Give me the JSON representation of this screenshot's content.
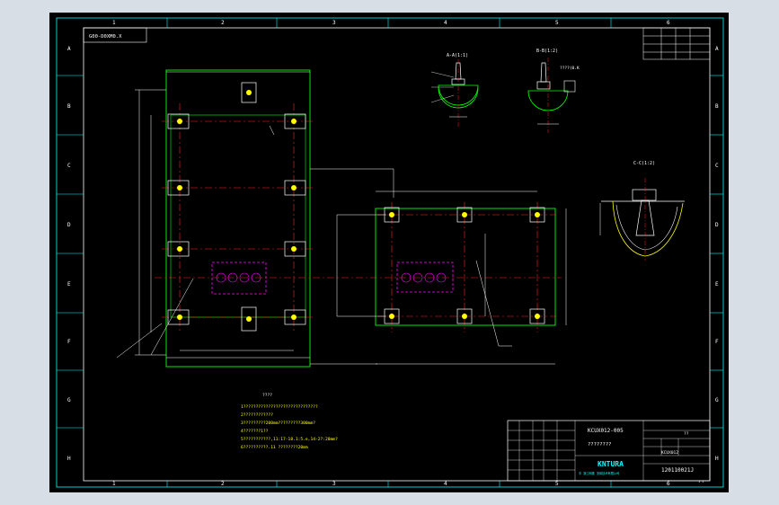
{
  "sheet": {
    "background": "#000000",
    "frame_color": "#00ffff",
    "rows": [
      "A",
      "B",
      "C",
      "D",
      "E",
      "F",
      "G",
      "H"
    ],
    "cols": [
      "1",
      "2",
      "3",
      "4",
      "5",
      "6"
    ]
  },
  "stamp_label": "G00-D0XM0.X",
  "views": {
    "a": "A-A(1:1)",
    "b": "B-B(1:2)",
    "c": "C-C(1:2)",
    "b_note": "????(0.K"
  },
  "notes": {
    "title": "????",
    "lines": [
      "1??????????????????????????????",
      "2????????????",
      "3?????????200mm?????????300mm?",
      "4???????1??",
      "5???????????,11:17-18.1:5.e,14-2?:20mm?",
      "6??????????.11 ????????20mm"
    ]
  },
  "title_block": {
    "drawing_no": "KCUX012-005",
    "drawing_name": "????????",
    "company": "KNTURA",
    "company_sub": "中 浙江科隆 流体技术有限公司",
    "drawing_no_small": "KCUX012",
    "serial": "120110021J",
    "mark": "??",
    "page": "1 1"
  },
  "colors": {
    "outline": "#00ff00",
    "centerline": "#ff2020",
    "dimension": "#ffffff",
    "hidden": "#ff00ff",
    "frame": "#00ffff",
    "yellow": "#ffff00"
  }
}
